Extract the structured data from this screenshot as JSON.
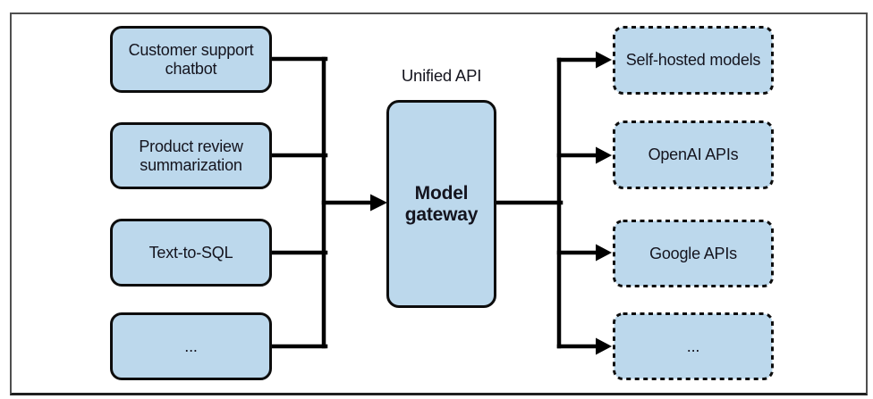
{
  "figure": {
    "unified_api_label": "Unified API",
    "gateway_label": "Model gateway"
  },
  "applications": {
    "items": [
      {
        "label": "Customer support chatbot"
      },
      {
        "label": "Product review summarization"
      },
      {
        "label": "Text-to-SQL"
      },
      {
        "label": "..."
      }
    ]
  },
  "providers": {
    "items": [
      {
        "label": "Self-hosted models"
      },
      {
        "label": "OpenAI APIs"
      },
      {
        "label": "Google APIs"
      },
      {
        "label": "..."
      }
    ]
  },
  "colors": {
    "node-fill": "#bcd8ec",
    "node-border": "#0d0d0d",
    "dashed-border": "#10101d",
    "line-color": "#000000",
    "text-color": "#14141e",
    "frame-border": "#4f4f4f",
    "frame-bottom": "#1f1f1f",
    "background": "#ffffff"
  }
}
